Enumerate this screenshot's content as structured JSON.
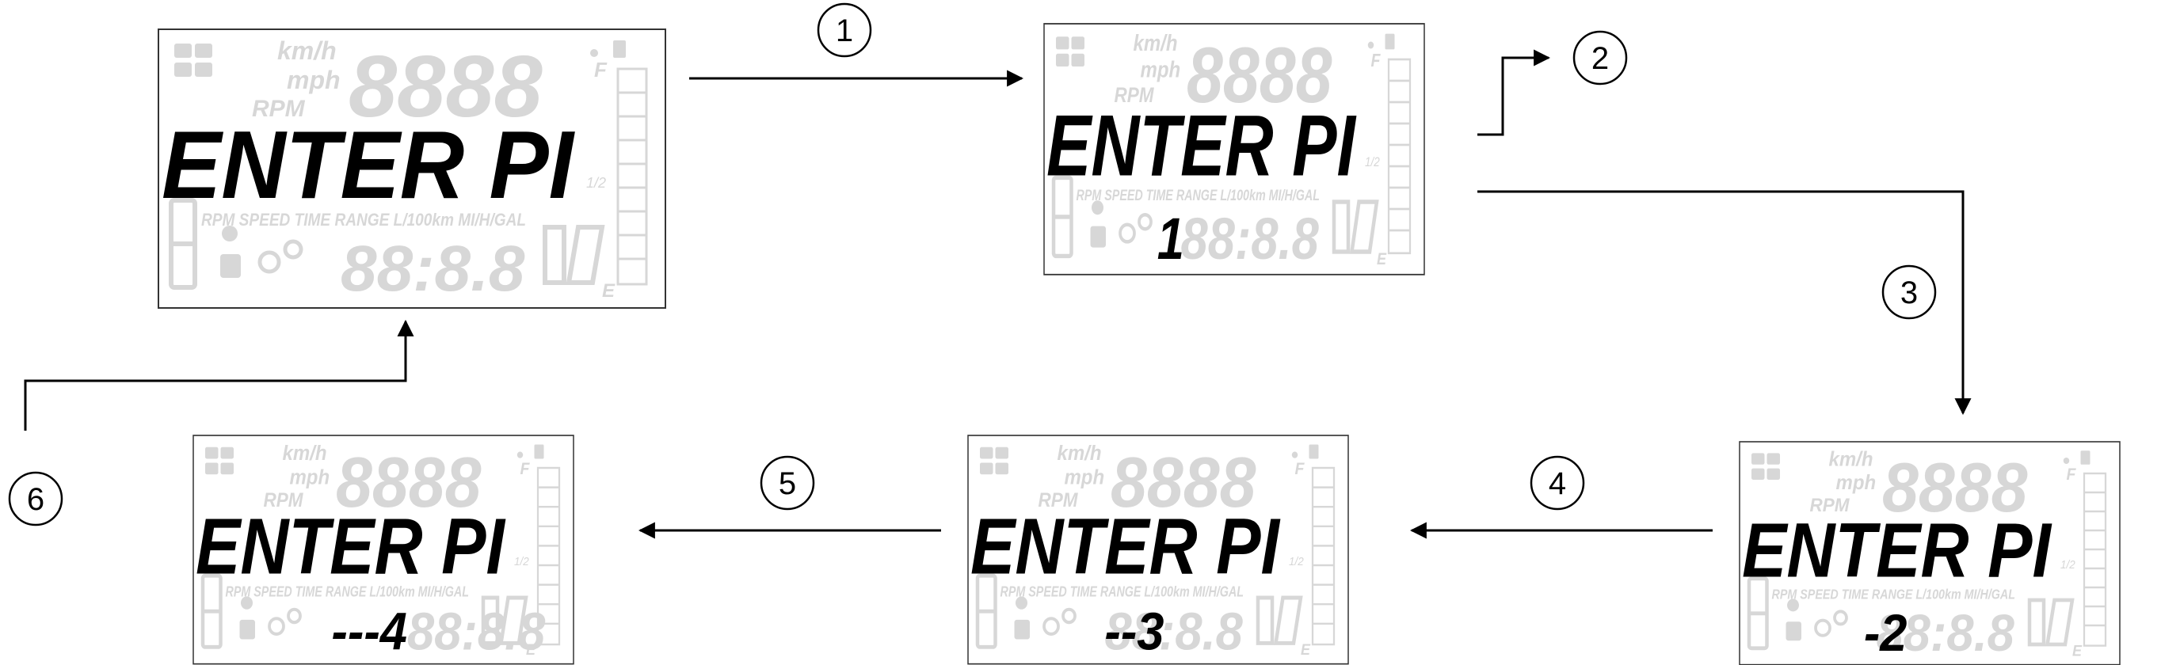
{
  "callouts": [
    "1",
    "2",
    "3",
    "4",
    "5",
    "6"
  ],
  "screen": {
    "prompt_text": "ENTER PI",
    "speed_units": [
      "km/h",
      "mph"
    ],
    "rpm_label": "RPM",
    "ghost_digits_top": "8888",
    "ghost_digits_bottom": "88:8.8",
    "status_labels": "RPM SPEED TIME RANGE L/100km MI/H/GAL",
    "fuel_full": "F",
    "fuel_empty": "E",
    "fuel_half": "1/2"
  },
  "panels": [
    {
      "id": "initial",
      "pin_entry": ""
    },
    {
      "id": "digit-1",
      "pin_entry": "1"
    },
    {
      "id": "digit-2",
      "pin_entry": "-2"
    },
    {
      "id": "digit-3",
      "pin_entry": "--3"
    },
    {
      "id": "digit-4",
      "pin_entry": "---4"
    }
  ]
}
